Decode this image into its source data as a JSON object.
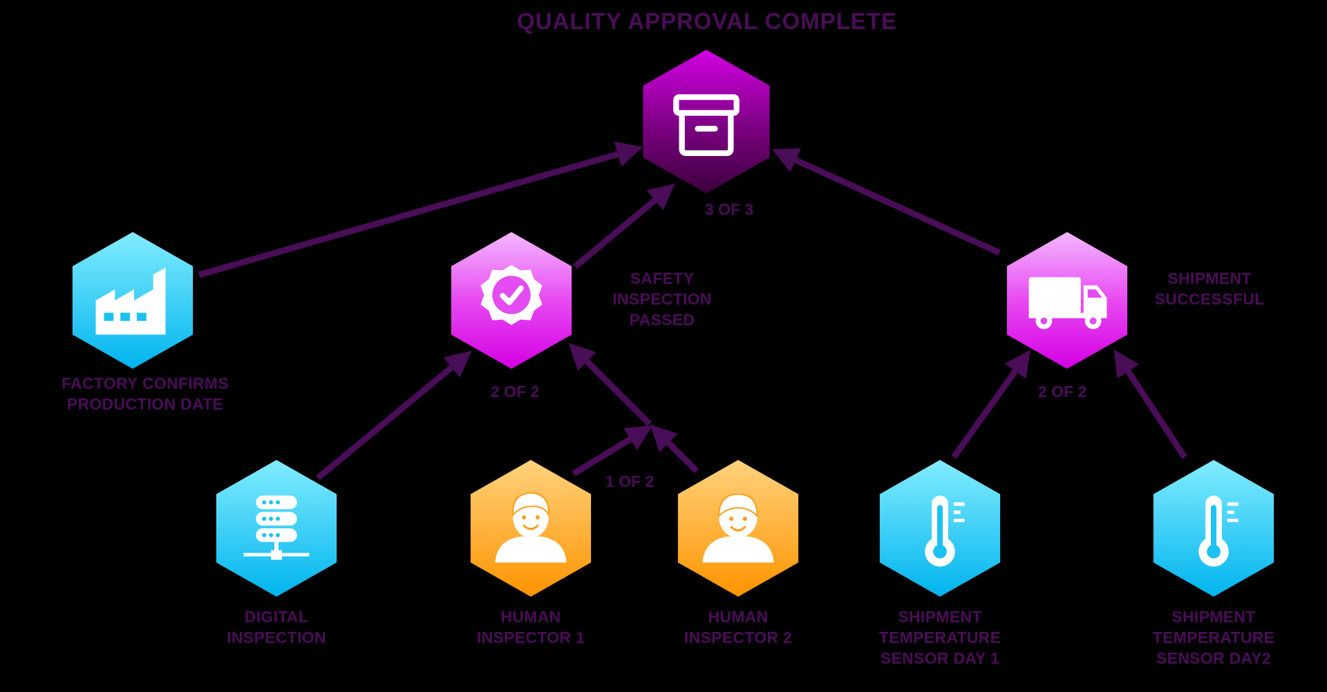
{
  "title": "QUALITY APPROVAL COMPLETE",
  "colors": {
    "background": "#000000",
    "text": "#4a0d57",
    "connector": "#4a0d57",
    "cyan": [
      "#7ee9ff",
      "#00b7f0"
    ],
    "magenta": [
      "#f2b2ff",
      "#dd00e8"
    ],
    "orange": [
      "#ffd07a",
      "#ff9300"
    ],
    "purple": [
      "#d000e0",
      "#43003f"
    ],
    "icon": "#ffffff"
  },
  "nodes": {
    "archive": {
      "icon": "archive-box-icon",
      "count": "3 OF 3"
    },
    "factory": {
      "icon": "factory-icon",
      "label": "FACTORY CONFIRMS\nPRODUCTION DATE"
    },
    "safety": {
      "icon": "badge-check-icon",
      "label": "SAFETY\nINSPECTION\nPASSED",
      "count": "2 OF 2"
    },
    "shipment": {
      "icon": "truck-icon",
      "label": "SHIPMENT\nSUCCESSFUL",
      "count": "2 OF 2"
    },
    "human_join": {
      "count": "1 OF 2"
    },
    "digital": {
      "icon": "server-icon",
      "label": "DIGITAL\nINSPECTION"
    },
    "human1": {
      "icon": "person-icon",
      "label": "HUMAN\nINSPECTOR 1"
    },
    "human2": {
      "icon": "person-icon",
      "label": "HUMAN\nINSPECTOR 2"
    },
    "sensor1": {
      "icon": "thermometer-icon",
      "label": "SHIPMENT\nTEMPERATURE\nSENSOR DAY 1"
    },
    "sensor2": {
      "icon": "thermometer-icon",
      "label": "SHIPMENT\nTEMPERATURE\nSENSOR DAY2"
    }
  }
}
